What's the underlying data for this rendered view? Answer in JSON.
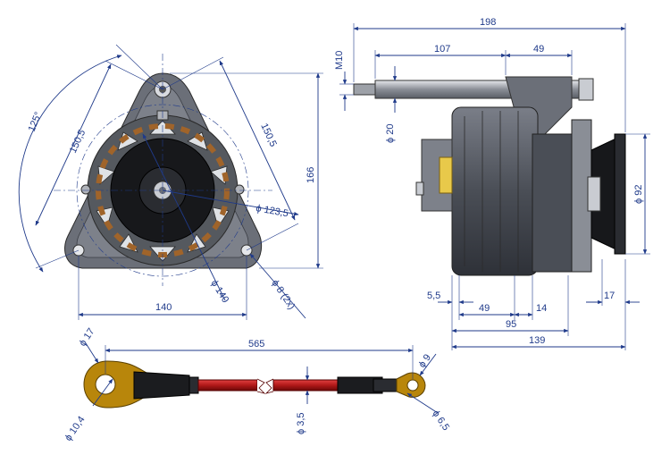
{
  "colors": {
    "dimension": "#1f3a8a",
    "metal_dark": "#3a3d44",
    "metal_mid": "#6b6f78",
    "metal_light": "#c9ccd2",
    "cable_red": "#c0201f",
    "lug_brass": "#b8860b"
  },
  "front_view": {
    "dim_angle": "125°",
    "dim_radius_left": "150,5",
    "dim_radius_right": "150,5",
    "dim_height": "166",
    "dim_bolt_circle": "ϕ 123,5",
    "dim_width": "140",
    "dim_center_dia": "ϕ 140",
    "dim_holes": "ϕ 8 (2x)"
  },
  "side_view": {
    "dim_overall": "198",
    "dim_shaft_len": "107",
    "dim_bracket": "49",
    "dim_thread": "M10",
    "dim_shaft_dia": "ϕ 20",
    "dim_pulley_dia": "ϕ 92",
    "dim_offset_small": "5,5",
    "dim_body_49": "49",
    "dim_body_14": "14",
    "dim_pulley_w": "17",
    "dim_95": "95",
    "dim_139": "139"
  },
  "cable": {
    "dim_length": "565",
    "dim_lug_left_outer": "ϕ 17",
    "dim_lug_left_inner": "ϕ 10,4",
    "dim_wire": "ϕ 3,5",
    "dim_lug_right_outer": "ϕ 9",
    "dim_lug_right_inner": "ϕ 6,5"
  }
}
